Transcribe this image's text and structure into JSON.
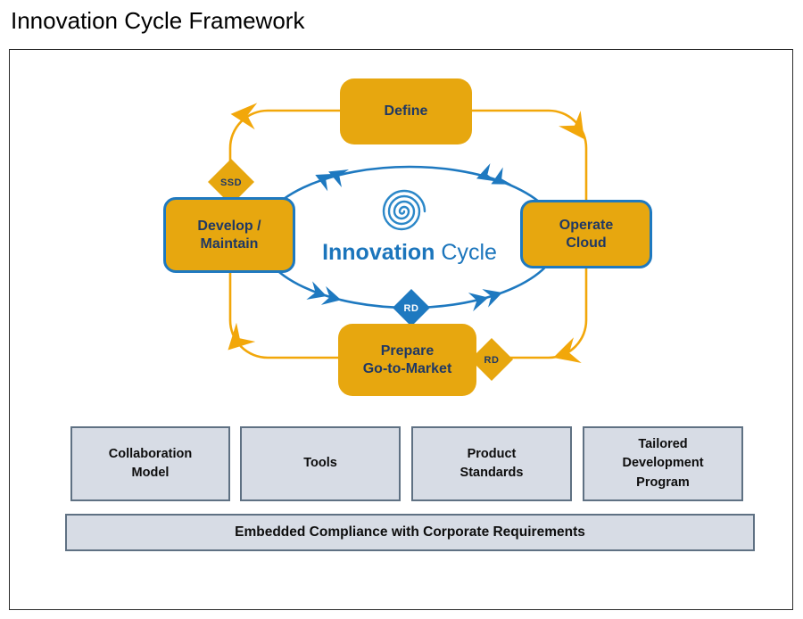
{
  "title": "Innovation Cycle Framework",
  "cycle": {
    "center_title_bold": "Innovation",
    "center_title_regular": " Cycle",
    "stages": {
      "define": "Define",
      "develop_maintain": "Develop /\nMaintain",
      "operate_cloud": "Operate\nCloud",
      "prepare_gtm": "Prepare\nGo-to-Market"
    },
    "badges": {
      "ssd": "SSD",
      "rd_inner": "RD",
      "rd_outer": "RD"
    }
  },
  "foundation": {
    "boxes": [
      {
        "label": "Collaboration\nModel"
      },
      {
        "label": "Tools"
      },
      {
        "label": "Product\nStandards"
      },
      {
        "label": "Tailored\nDevelopment\nProgram"
      }
    ],
    "compliance_bar": "Embedded Compliance with Corporate Requirements"
  },
  "colors": {
    "accent_orange": "#E7A70F",
    "line_orange": "#F2A70A",
    "accent_blue": "#1E79C0",
    "text_navy": "#1F3864",
    "brand_blue": "#1B75BC",
    "panel_fill": "#D7DCE5",
    "panel_border": "#5F7183"
  }
}
